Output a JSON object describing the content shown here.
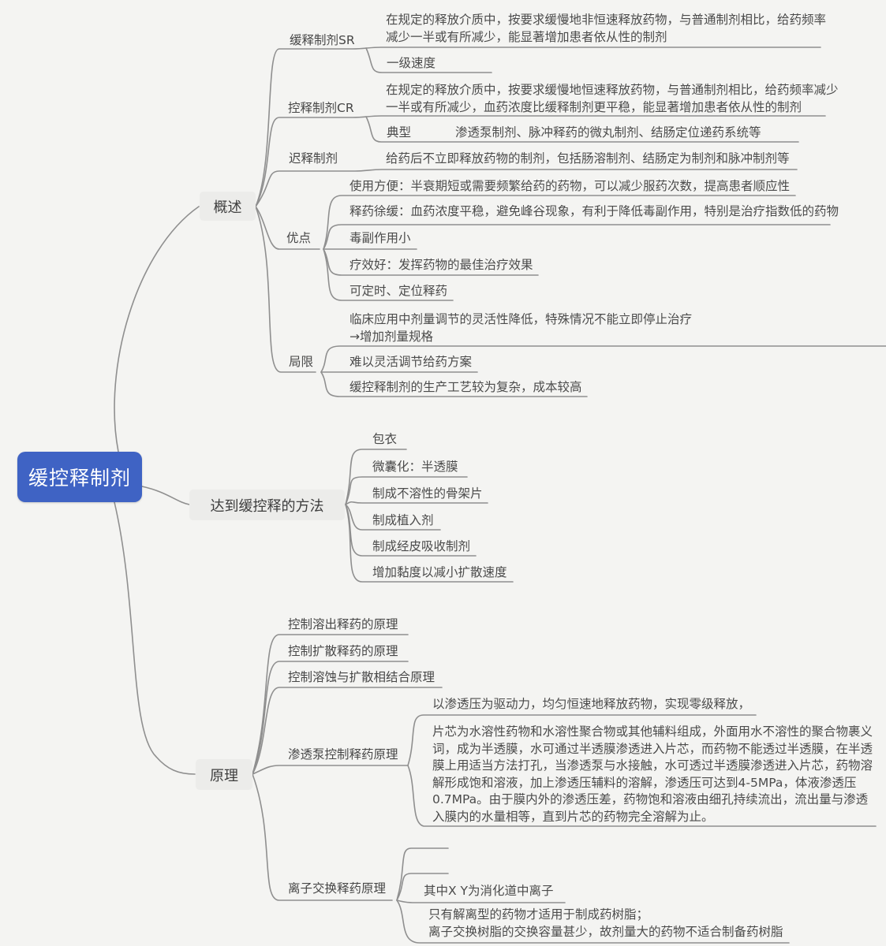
{
  "title": "缓控释制剂思维导图",
  "colors": {
    "background": "#f4f4f2",
    "root_fill": "#3f63c4",
    "root_text": "#ffffff",
    "topic_fill": "#ececea",
    "line": "#8f8f8f",
    "text": "#4b4b4b"
  },
  "map": {
    "root": {
      "label": "缓控释制剂"
    },
    "overview": {
      "label": "概述",
      "sr": {
        "label": "缓释制剂SR",
        "definition": "在规定的释放介质中，按要求缓慢地非恒速释放药物，与普通制剂相比，给药频率减少一半或有所减少，能显著增加患者依从性的制剂",
        "rate": "一级速度"
      },
      "cr": {
        "label": "控释制剂CR",
        "definition": "在规定的释放介质中，按要求缓慢地恒速释放药物，与普通制剂相比，给药频率减少一半或有所减少，血药浓度比缓释制剂更平稳，能显著增加患者依从性的制剂",
        "typical_label": "典型",
        "typical": "渗透泵制剂、脉冲释药的微丸制剂、结肠定位递药系统等"
      },
      "delayed": {
        "label": "迟释制剂",
        "definition": "给药后不立即释放药物的制剂，包括肠溶制剂、结肠定为制剂和脉冲制剂等"
      },
      "advantages": {
        "label": "优点",
        "items": [
          "使用方便：半衰期短或需要频繁给药的药物，可以减少服药次数，提高患者顺应性",
          "释药徐缓：血药浓度平稳，避免峰谷现象，有利于降低毒副作用，特别是治疗指数低的药物",
          "毒副作用小",
          "疗效好：发挥药物的最佳治疗效果",
          "可定时、定位释药"
        ]
      },
      "limitations": {
        "label": "局限",
        "items": [
          "临床应用中剂量调节的灵活性降低，特殊情况不能立即停止治疗\n→增加剂量规格",
          "难以灵活调节给药方案",
          "缓控释制剂的生产工艺较为复杂，成本较高"
        ]
      }
    },
    "methods": {
      "label": "达到缓控释的方法",
      "items": [
        "包衣",
        "微囊化：半透膜",
        "制成不溶性的骨架片",
        "制成植入剂",
        "制成经皮吸收制剂",
        "增加黏度以减小扩散速度"
      ]
    },
    "principles": {
      "label": "原理",
      "items": [
        "控制溶出释药的原理",
        "控制扩散释药的原理",
        "控制溶蚀与扩散相结合原理"
      ],
      "osmotic": {
        "label": "渗透泵控制释药原理",
        "summary": "以渗透压为驱动力，均匀恒速地释放药物，实现零级释放，",
        "detail": "片芯为水溶性药物和水溶性聚合物或其他辅料组成，外面用水不溶性的聚合物裹义词，成为半透膜，水可通过半透膜渗透进入片芯，而药物不能透过半透膜，在半透膜上用适当方法打孔，当渗透泵与水接触，水可透过半透膜渗透进入片芯，药物溶解形成饱和溶液，加上渗透压辅料的溶解，渗透压可达到4-5MPa，体液渗透压0.7MPa。由于膜内外的渗透压差，药物饱和溶液由细孔持续流出，流出量与渗透入膜内的水量相等，直到片芯的药物完全溶解为止。"
      },
      "ion": {
        "label": "离子交换释药原理",
        "note1": "其中X Y为消化道中离子",
        "note2": "只有解离型的药物才适用于制成药树脂；\n离子交换树脂的交换容量甚少，故剂量大的药物不适合制备药树脂"
      }
    }
  }
}
